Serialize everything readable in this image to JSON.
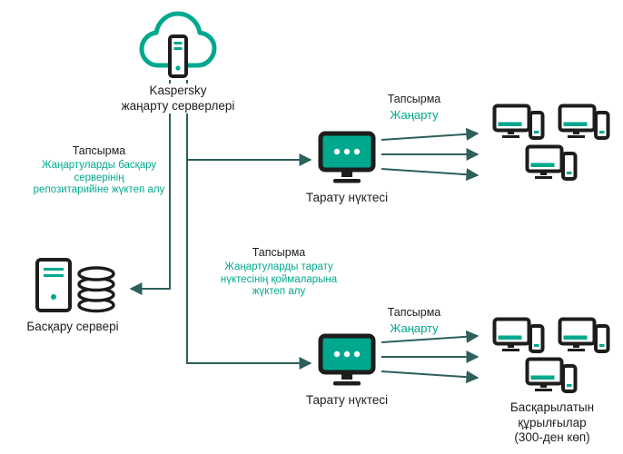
{
  "colors": {
    "accent_teal": "#00a88e",
    "ink": "#1d1d1b",
    "arrow": "#2d5f5b"
  },
  "nodes": {
    "update_servers": {
      "label": "Kaspersky\nжаңарту серверлері"
    },
    "admin_server": {
      "label": "Басқару сервері"
    },
    "distribution_point_top": {
      "label": "Тарату нүктесі"
    },
    "distribution_point_bottom": {
      "label": "Тарату нүктесі"
    },
    "managed_devices": {
      "label": "Басқарылатын\nқұрылғылар\n(300-ден көп)"
    }
  },
  "tasks": {
    "download_to_admin_repository": {
      "title": "Тапсырма",
      "description": "Жаңартуларды басқару\nсерверінің\nрепозитарийіне жүктеп алу"
    },
    "download_to_dp_repositories": {
      "title": "Тапсырма",
      "description": "Жаңартуларды тарату\nнүктесінің қоймаларына\nжүктеп алу"
    },
    "update_top": {
      "title": "Тапсырма",
      "action": "Жаңарту"
    },
    "update_bottom": {
      "title": "Тапсырма",
      "action": "Жаңарту"
    }
  }
}
